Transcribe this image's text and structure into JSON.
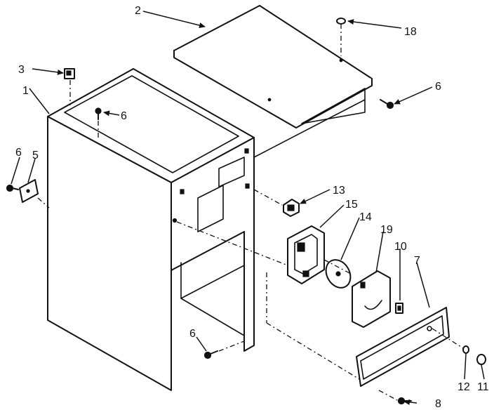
{
  "callouts": {
    "c1": "1",
    "c2": "2",
    "c3": "3",
    "c5": "5",
    "c6_left": "6",
    "c6_inner": "6",
    "c6_top": "6",
    "c6_bottom": "6",
    "c7": "7",
    "c8": "8",
    "c10": "10",
    "c11": "11",
    "c12": "12",
    "c13": "13",
    "c14": "14",
    "c15": "15",
    "c18": "18",
    "c19": "19"
  },
  "colors": {
    "ink": "#111111",
    "paper": "#ffffff"
  }
}
